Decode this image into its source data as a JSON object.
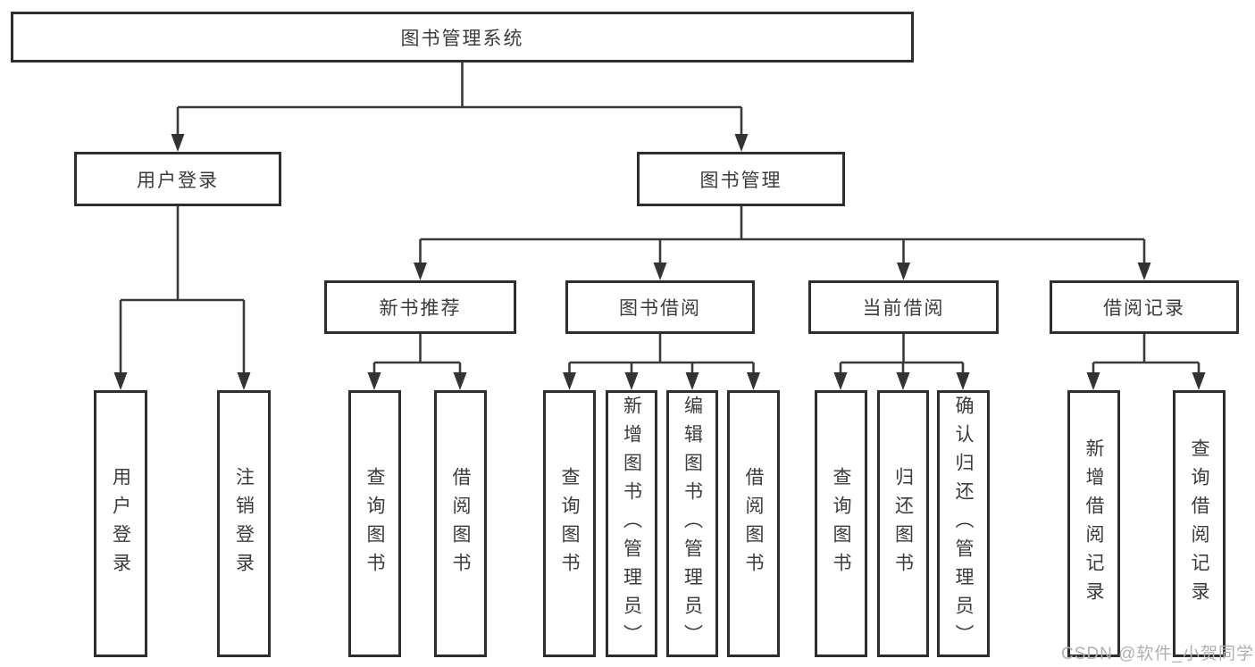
{
  "colors": {
    "background": "#ffffff",
    "box_border": "#2e2e2e",
    "connector_line": "#3a3a3a",
    "text": "#3b3b3b",
    "watermark": "#b0b0b0"
  },
  "root": {
    "label": "图书管理系统"
  },
  "branches": [
    {
      "label": "用户登录",
      "leaves": [
        "用户登录",
        "注销登录"
      ]
    },
    {
      "label": "图书管理",
      "groups": [
        {
          "label": "新书推荐",
          "leaves": [
            "查询图书",
            "借阅图书"
          ]
        },
        {
          "label": "图书借阅",
          "leaves": [
            "查询图书",
            "新增图书（管理员）",
            "编辑图书（管理员）",
            "借阅图书"
          ]
        },
        {
          "label": "当前借阅",
          "leaves": [
            "查询图书",
            "归还图书",
            "确认归还（管理员）"
          ]
        },
        {
          "label": "借阅记录",
          "leaves": [
            "新增借阅记录",
            "查询借阅记录"
          ]
        }
      ]
    }
  ],
  "watermark": {
    "text": "CSDN @软件_小贺同学"
  }
}
